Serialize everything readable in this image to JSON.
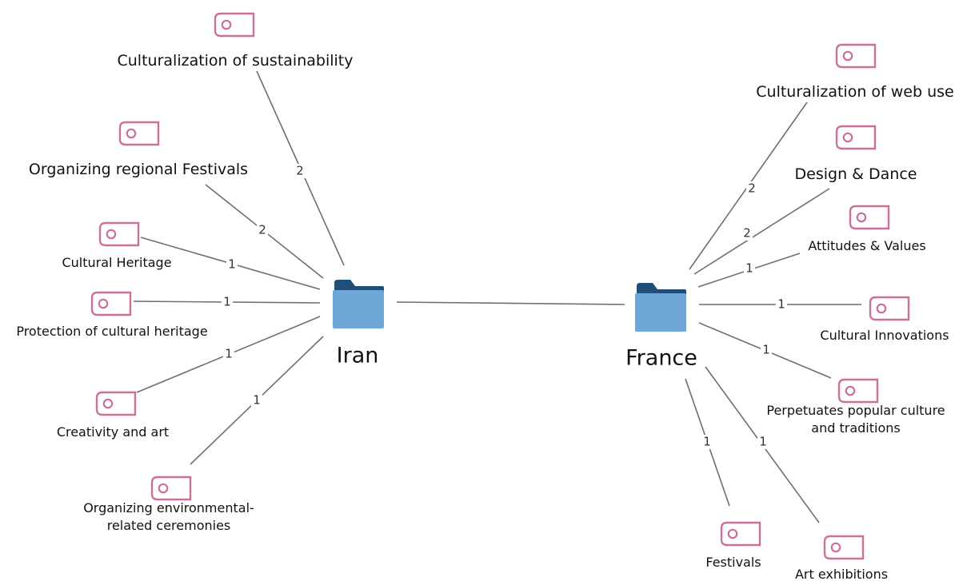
{
  "colors": {
    "code_icon": "#cc6f9a",
    "folder_front": "#6ea6d8",
    "folder_back": "#1f4e79",
    "edge": "#6f6f6f"
  },
  "cases": [
    {
      "id": "iran",
      "label": "Iran",
      "icon": "folder-icon"
    },
    {
      "id": "france",
      "label": "France",
      "icon": "folder-icon"
    }
  ],
  "case_link": {
    "from": "iran",
    "to": "france"
  },
  "codes": [
    {
      "id": "c1",
      "case": "iran",
      "label": [
        "Culturalization of sustainability"
      ],
      "weight": "2",
      "icon": "code-tag-icon"
    },
    {
      "id": "c2",
      "case": "iran",
      "label": [
        "Organizing regional Festivals"
      ],
      "weight": "2",
      "icon": "code-tag-icon"
    },
    {
      "id": "c3",
      "case": "iran",
      "label": [
        "Cultural Heritage"
      ],
      "weight": "1",
      "icon": "code-tag-icon"
    },
    {
      "id": "c4",
      "case": "iran",
      "label": [
        "Protection of cultural heritage"
      ],
      "weight": "1",
      "icon": "code-tag-icon"
    },
    {
      "id": "c5",
      "case": "iran",
      "label": [
        "Creativity and art"
      ],
      "weight": "1",
      "icon": "code-tag-icon"
    },
    {
      "id": "c6",
      "case": "iran",
      "label": [
        "Organizing environmental-",
        "related ceremonies"
      ],
      "weight": "1",
      "icon": "code-tag-icon"
    },
    {
      "id": "c7",
      "case": "france",
      "label": [
        "Culturalization of web use"
      ],
      "weight": "2",
      "icon": "code-tag-icon"
    },
    {
      "id": "c8",
      "case": "france",
      "label": [
        "Design & Dance"
      ],
      "weight": "2",
      "icon": "code-tag-icon"
    },
    {
      "id": "c9",
      "case": "france",
      "label": [
        "Attitudes & Values"
      ],
      "weight": "1",
      "icon": "code-tag-icon"
    },
    {
      "id": "c10",
      "case": "france",
      "label": [
        "Cultural Innovations"
      ],
      "weight": "1",
      "icon": "code-tag-icon"
    },
    {
      "id": "c11",
      "case": "france",
      "label": [
        "Perpetuates popular culture",
        "and traditions"
      ],
      "weight": "1",
      "icon": "code-tag-icon"
    },
    {
      "id": "c12",
      "case": "france",
      "label": [
        "Festivals"
      ],
      "weight": "1",
      "icon": "code-tag-icon"
    },
    {
      "id": "c13",
      "case": "france",
      "label": [
        "Art exhibitions"
      ],
      "weight": "1",
      "icon": "code-tag-icon"
    }
  ]
}
